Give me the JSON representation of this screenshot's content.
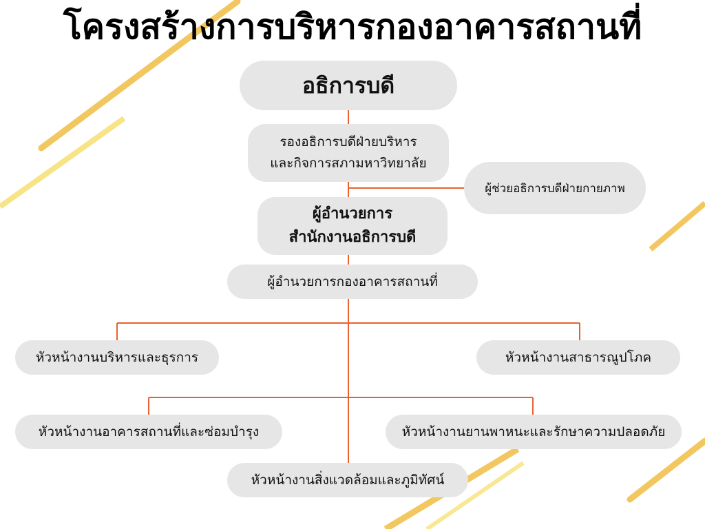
{
  "title": "โครงสร้างการบริหารกองอาคารสถานที่",
  "colors": {
    "connector": "#e8612c",
    "node_fill": "#e6e6e6",
    "stripe_gold": "#f2c14e",
    "stripe_yellow": "#f7e27a"
  },
  "nodes": {
    "dean": "อธิการบดี",
    "vice_president": "รองอธิการบดีฝ่ายบริหาร\nและกิจการสภามหาวิทยาลัย",
    "assistant": "ผู้ช่วยอธิการบดีฝ่ายกายภาพ",
    "director": "ผู้อำนวยการ\nสำนักงานอธิการบดี",
    "division_manager": "ผู้อำนวยการกองอาคารสถานที่",
    "admin_head": "หัวหน้างานบริหารและธุรการ",
    "utilities_head": "หัวหน้างานสาธารณูปโภค",
    "building_head": "หัวหน้างานอาคารสถานที่และซ่อมบำรุง",
    "safety_head": "หัวหน้างานยานพาหนะและรักษาความปลอดภัย",
    "environment_head": "หัวหน้างานสิ่งแวดล้อมและภูมิทัศน์"
  }
}
